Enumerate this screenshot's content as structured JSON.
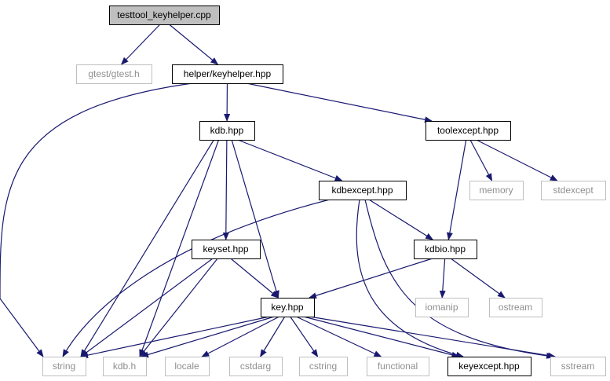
{
  "colors": {
    "edge": "#191970",
    "root_fill": "#bfbfbf",
    "documented_stroke": "#000000",
    "undocumented_stroke": "#bfbfbf",
    "undocumented_text": "#8f8f8f"
  },
  "nodes": [
    {
      "id": "testtool_keyhelper",
      "label": "testtool_keyhelper.cpp",
      "kind": "root"
    },
    {
      "id": "gtest",
      "label": "gtest/gtest.h",
      "kind": "undocumented"
    },
    {
      "id": "keyhelper_hpp",
      "label": "helper/keyhelper.hpp",
      "kind": "documented"
    },
    {
      "id": "kdb_hpp",
      "label": "kdb.hpp",
      "kind": "documented"
    },
    {
      "id": "toolexcept_hpp",
      "label": "toolexcept.hpp",
      "kind": "documented"
    },
    {
      "id": "memory",
      "label": "memory",
      "kind": "undocumented"
    },
    {
      "id": "stdexcept",
      "label": "stdexcept",
      "kind": "undocumented"
    },
    {
      "id": "kdbexcept_hpp",
      "label": "kdbexcept.hpp",
      "kind": "documented"
    },
    {
      "id": "keyset_hpp",
      "label": "keyset.hpp",
      "kind": "documented"
    },
    {
      "id": "kdbio_hpp",
      "label": "kdbio.hpp",
      "kind": "documented"
    },
    {
      "id": "key_hpp",
      "label": "key.hpp",
      "kind": "documented"
    },
    {
      "id": "iomanip",
      "label": "iomanip",
      "kind": "undocumented"
    },
    {
      "id": "ostream",
      "label": "ostream",
      "kind": "undocumented"
    },
    {
      "id": "string",
      "label": "string",
      "kind": "undocumented"
    },
    {
      "id": "kdb_h",
      "label": "kdb.h",
      "kind": "undocumented"
    },
    {
      "id": "locale",
      "label": "locale",
      "kind": "undocumented"
    },
    {
      "id": "cstdarg",
      "label": "cstdarg",
      "kind": "undocumented"
    },
    {
      "id": "cstring",
      "label": "cstring",
      "kind": "undocumented"
    },
    {
      "id": "functional",
      "label": "functional",
      "kind": "undocumented"
    },
    {
      "id": "keyexcept_hpp",
      "label": "keyexcept.hpp",
      "kind": "documented"
    },
    {
      "id": "sstream",
      "label": "sstream",
      "kind": "undocumented"
    }
  ],
  "edges": [
    {
      "from": "testtool_keyhelper",
      "to": "gtest"
    },
    {
      "from": "testtool_keyhelper",
      "to": "keyhelper_hpp"
    },
    {
      "from": "keyhelper_hpp",
      "to": "string"
    },
    {
      "from": "keyhelper_hpp",
      "to": "kdb_hpp"
    },
    {
      "from": "keyhelper_hpp",
      "to": "toolexcept_hpp"
    },
    {
      "from": "toolexcept_hpp",
      "to": "memory"
    },
    {
      "from": "toolexcept_hpp",
      "to": "stdexcept"
    },
    {
      "from": "toolexcept_hpp",
      "to": "kdbio_hpp"
    },
    {
      "from": "kdb_hpp",
      "to": "kdbexcept_hpp"
    },
    {
      "from": "kdb_hpp",
      "to": "keyset_hpp"
    },
    {
      "from": "kdb_hpp",
      "to": "key_hpp"
    },
    {
      "from": "kdb_hpp",
      "to": "string"
    },
    {
      "from": "kdb_hpp",
      "to": "kdb_h"
    },
    {
      "from": "kdbexcept_hpp",
      "to": "kdbio_hpp"
    },
    {
      "from": "kdbexcept_hpp",
      "to": "string"
    },
    {
      "from": "kdbexcept_hpp",
      "to": "keyexcept_hpp"
    },
    {
      "from": "kdbexcept_hpp",
      "to": "sstream"
    },
    {
      "from": "kdbio_hpp",
      "to": "key_hpp"
    },
    {
      "from": "kdbio_hpp",
      "to": "iomanip"
    },
    {
      "from": "kdbio_hpp",
      "to": "ostream"
    },
    {
      "from": "keyset_hpp",
      "to": "key_hpp"
    },
    {
      "from": "keyset_hpp",
      "to": "string"
    },
    {
      "from": "keyset_hpp",
      "to": "kdb_h"
    },
    {
      "from": "key_hpp",
      "to": "string"
    },
    {
      "from": "key_hpp",
      "to": "kdb_h"
    },
    {
      "from": "key_hpp",
      "to": "locale"
    },
    {
      "from": "key_hpp",
      "to": "cstdarg"
    },
    {
      "from": "key_hpp",
      "to": "cstring"
    },
    {
      "from": "key_hpp",
      "to": "functional"
    },
    {
      "from": "key_hpp",
      "to": "keyexcept_hpp"
    },
    {
      "from": "key_hpp",
      "to": "sstream"
    }
  ]
}
